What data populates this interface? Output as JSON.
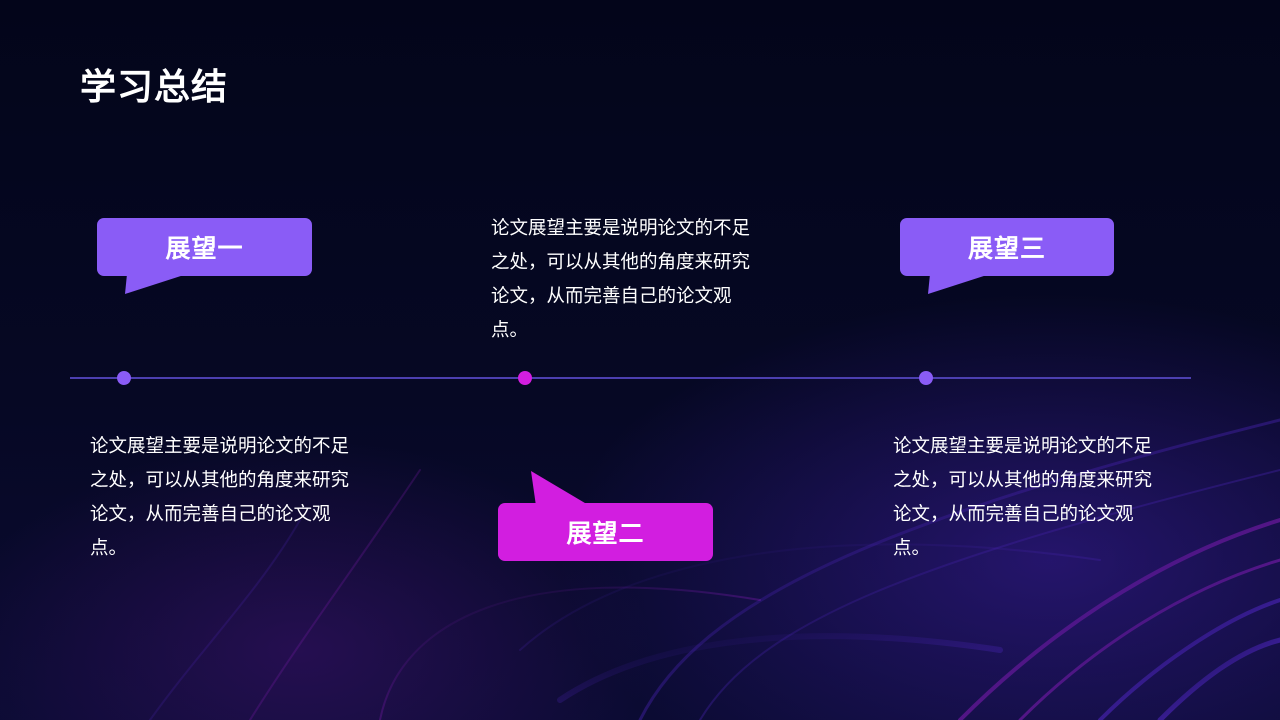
{
  "slide": {
    "title": "学习总结"
  },
  "timeline": {
    "items": [
      {
        "label": "展望一",
        "description": "论文展望主要是说明论文的不足之处，可以从其他的角度来研究论文，从而完善自己的论文观点。",
        "color": "#8a5cf6"
      },
      {
        "label": "展望二",
        "description": "论文展望主要是说明论文的不足之处，可以从其他的角度来研究论文，从而完善自己的论文观点。",
        "color": "#d21ee0"
      },
      {
        "label": "展望三",
        "description": "论文展望主要是说明论文的不足之处，可以从其他的角度来研究论文，从而完善自己的论文观点。",
        "color": "#8a5cf6"
      }
    ],
    "line_color": "#4c3fb0"
  },
  "colors": {
    "background": "#05061a",
    "accent_purple": "#8a5cf6",
    "accent_magenta": "#d21ee0"
  }
}
